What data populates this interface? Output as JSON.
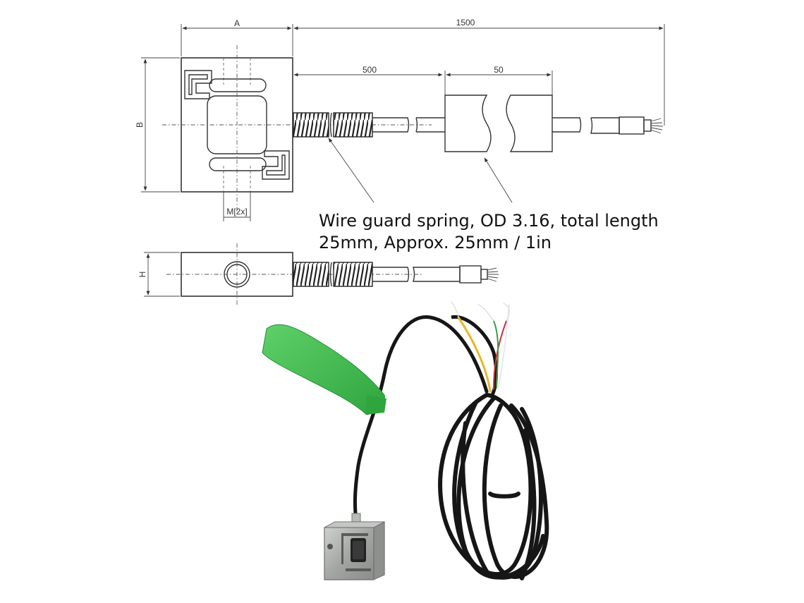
{
  "dimensions": {
    "width_label": "A",
    "total_length": "1500",
    "spring_length": "500",
    "break_length": "50",
    "height_label": "B",
    "thread_label": "M[2x]",
    "thickness_label": "H"
  },
  "annotation": {
    "line1": "Wire guard spring, OD 3.16, total length",
    "line2": "25mm, Approx. 25mm / 1in"
  },
  "colors": {
    "tag_green": "#3dbb4c",
    "cable_black": "#161616",
    "steel": "#a8aaa8",
    "wire_yellow": "#e8b72a",
    "wire_red": "#c8323a",
    "wire_green": "#3c9a48",
    "wire_white": "#e8e8e8"
  }
}
